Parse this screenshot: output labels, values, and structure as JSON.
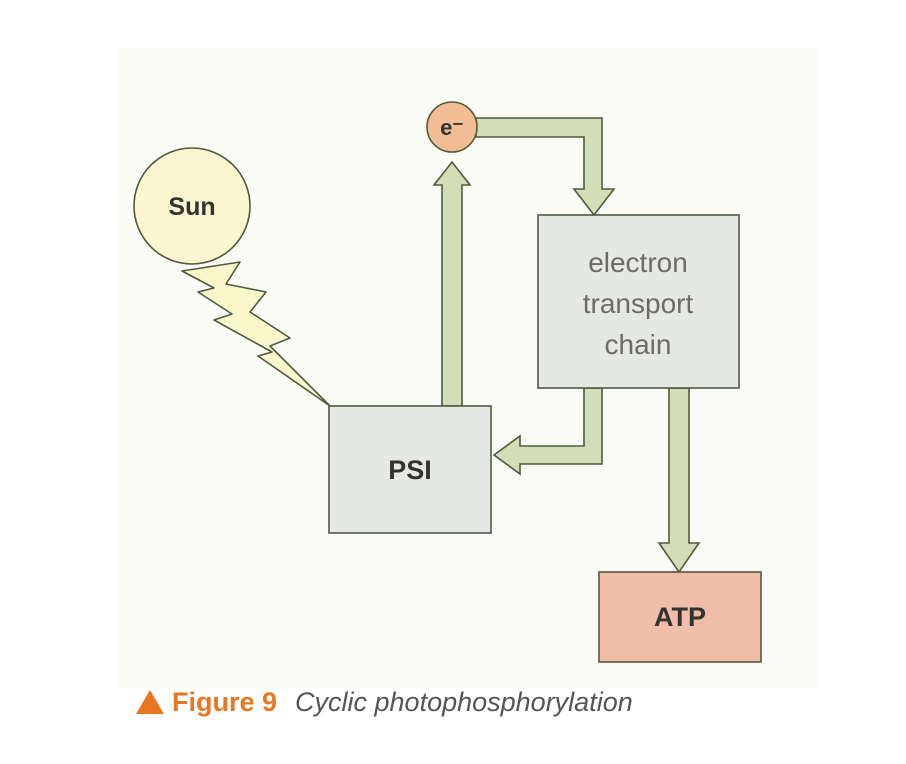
{
  "nodes": {
    "sun": {
      "label": "Sun"
    },
    "electron": {
      "label": "e⁻"
    },
    "etc": {
      "lines": [
        "electron",
        "transport",
        "chain"
      ]
    },
    "psi": {
      "label": "PSI"
    },
    "atp": {
      "label": "ATP"
    }
  },
  "caption": {
    "figure": "Figure 9",
    "title": "Cyclic photophosphorylation"
  },
  "colors": {
    "arrow_fill": "#d3deb8",
    "arrow_stroke": "#4f5a40",
    "sun_fill": "#fbf6cf",
    "electron_fill": "#f2bd94",
    "box_fill": "#e6e8e3",
    "atp_fill": "#efbda8",
    "bolt_fill": "#f9f6cc",
    "caption_accent": "#e87722"
  }
}
